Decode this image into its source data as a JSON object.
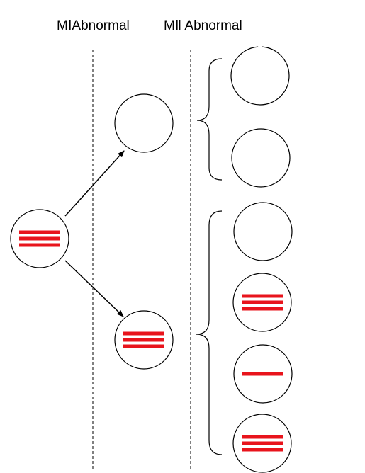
{
  "header": {
    "mi_label": "MⅠAbnormal",
    "mii_label": "MⅡ Abnormal"
  },
  "colors": {
    "chromosome": "#e8141c",
    "outline": "#000000"
  },
  "cells": {
    "parent": {
      "chromosome_lines": 3
    },
    "mi_daughters": [
      {
        "chromosome_lines": 0
      },
      {
        "chromosome_lines": 3
      }
    ],
    "mii_daughters": [
      {
        "chromosome_lines": 0
      },
      {
        "chromosome_lines": 0
      },
      {
        "chromosome_lines": 0
      },
      {
        "chromosome_lines": 3
      },
      {
        "chromosome_lines": 1
      },
      {
        "chromosome_lines": 3
      }
    ]
  }
}
